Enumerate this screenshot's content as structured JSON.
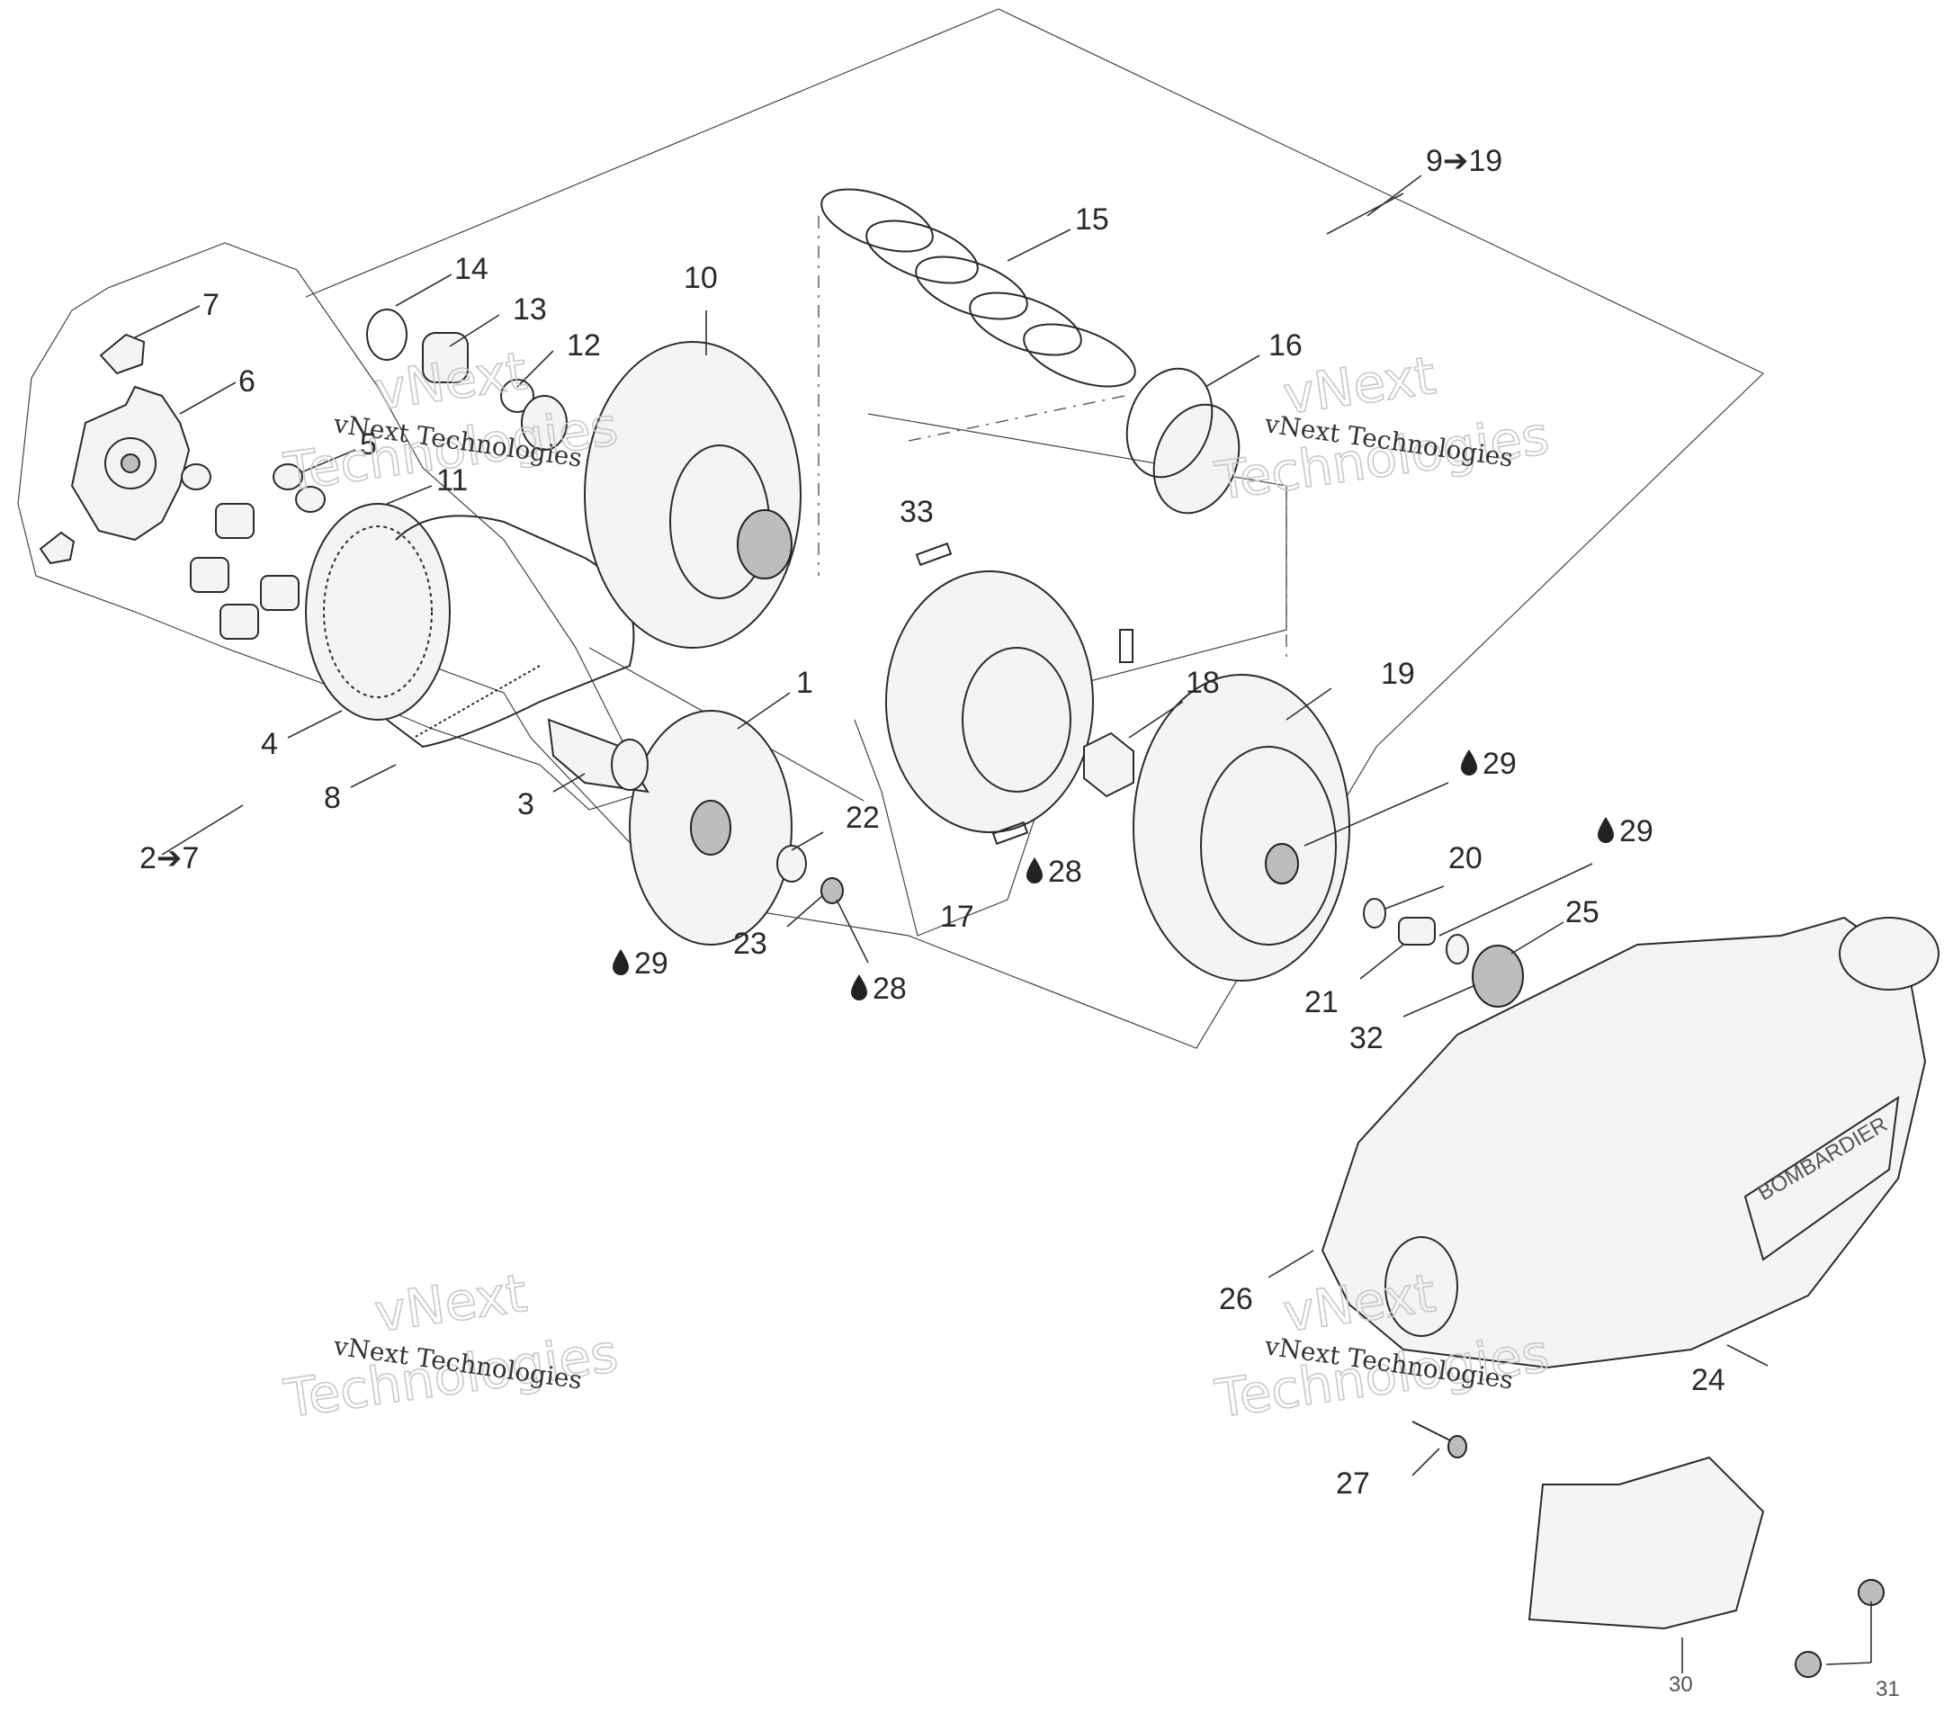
{
  "callouts": {
    "c1": "1",
    "c3": "3",
    "c4": "4",
    "c5": "5",
    "c6": "6",
    "c7": "7",
    "c8": "8",
    "c10": "10",
    "c11": "11",
    "c12": "12",
    "c13": "13",
    "c14": "14",
    "c15": "15",
    "c16": "16",
    "c17": "17",
    "c18": "18",
    "c19": "19",
    "c20": "20",
    "c21": "21",
    "c22": "22",
    "c23": "23",
    "c24": "24",
    "c25": "25",
    "c26": "26",
    "c27": "27",
    "c30": "30",
    "c31": "31",
    "c32": "32",
    "c33": "33"
  },
  "group_labels": {
    "g2to7": "2➔7",
    "g9to19": "9➔19"
  },
  "lube_labels": {
    "l29_a": "29",
    "l29_b": "29",
    "l29_c": "29",
    "l28_a": "28",
    "l28_b": "28"
  },
  "brand": {
    "cover_logo": "BOMBARDIER"
  },
  "watermark": {
    "line1": "vNext",
    "line2": "Technologies",
    "small": "vNext Technologies"
  }
}
